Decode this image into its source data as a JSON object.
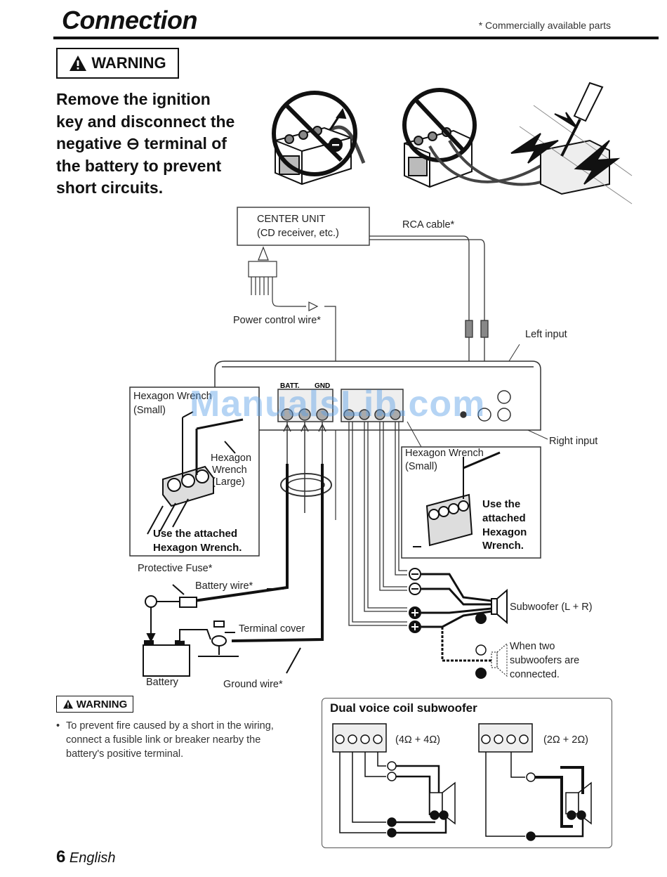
{
  "header": {
    "title": "Connection",
    "note": "* Commercially available parts"
  },
  "warning_top": {
    "label": "WARNING",
    "text_lines": [
      "Remove the ignition",
      "key and disconnect the",
      "negative ⊖ terminal of",
      "the battery to prevent",
      "short circuits."
    ]
  },
  "diagram": {
    "center_unit_line1": "CENTER UNIT",
    "center_unit_line2": "(CD receiver, etc.)",
    "rca_cable": "RCA cable*",
    "power_control_wire": "Power control wire*",
    "left_input": "Left input",
    "right_input": "Right input",
    "hex_small_left_1": "Hexagon Wrench",
    "hex_small_left_2": "(Small)",
    "hex_large_1": "Hexagon",
    "hex_large_2": "Wrench",
    "hex_large_3": "(Large)",
    "use_attached_left_1": "Use the attached",
    "use_attached_left_2": "Hexagon Wrench.",
    "hex_small_right_1": "Hexagon Wrench",
    "hex_small_right_2": "(Small)",
    "use_attached_right": [
      "Use the",
      "attached",
      "Hexagon",
      "Wrench."
    ],
    "protective_fuse": "Protective Fuse*",
    "battery_wire": "Battery wire*",
    "terminal_cover": "Terminal cover",
    "battery": "Battery",
    "ground_wire": "Ground wire*",
    "subwoofer": "Subwoofer (L + R)",
    "two_subs": [
      "When two",
      "subwoofers are",
      "connected."
    ],
    "amp_batt": "BATT.",
    "amp_gnd": "GND"
  },
  "warning_bottom": {
    "label": "WARNING",
    "bullet": "To prevent fire caused by a short in the wiring, connect a fusible link or breaker nearby the battery's positive terminal."
  },
  "dual_voice": {
    "title": "Dual voice coil subwoofer",
    "left_ohms": "(4Ω + 4Ω)",
    "right_ohms": "(2Ω + 2Ω)"
  },
  "footer": {
    "page": "6",
    "lang": "English"
  },
  "watermark": "ManualsLib.com"
}
